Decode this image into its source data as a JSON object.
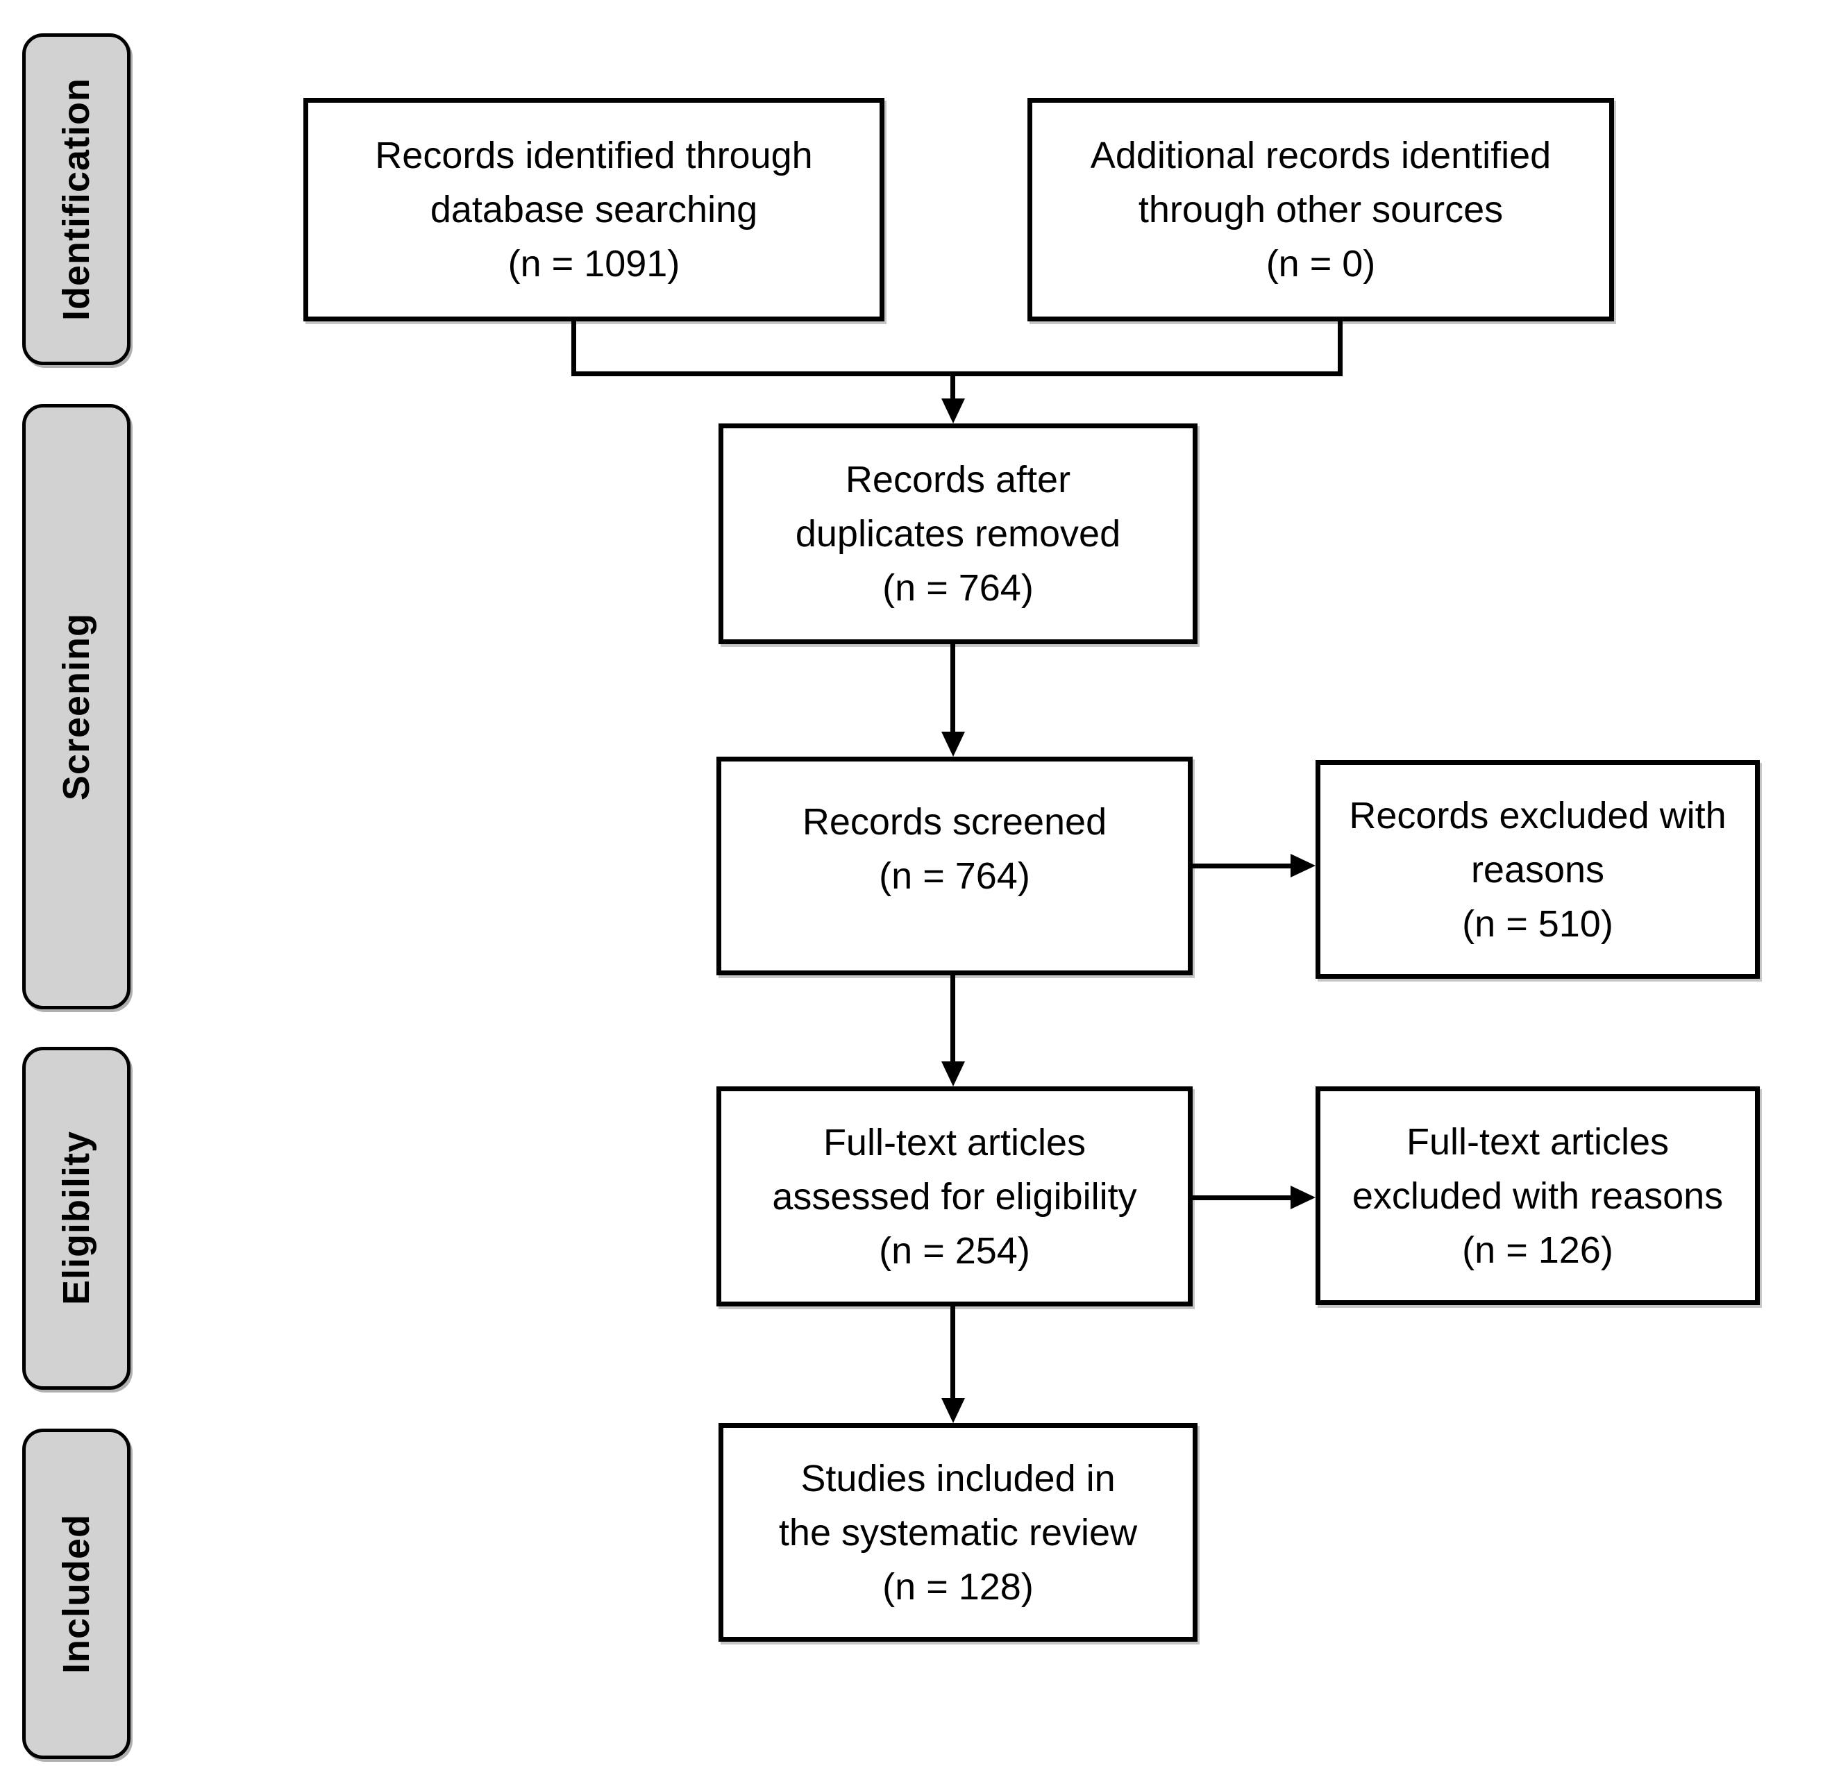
{
  "diagram_type": "PRISMA flow diagram",
  "stages": {
    "identification": "Identification",
    "screening": "Screening",
    "eligibility": "Eligibility",
    "included": "Included"
  },
  "boxes": {
    "records_identified": "Records identified through\ndatabase searching\n(n = 1091)",
    "additional_records": "Additional records identified\nthrough other sources\n(n = 0)",
    "after_duplicates": "Records after\nduplicates removed\n(n = 764)",
    "records_screened": "Records screened\n(n = 764)",
    "records_excluded": "Records excluded with\nreasons\n(n = 510)",
    "fulltext_assessed": "Full-text articles\nassessed for eligibility\n(n = 254)",
    "fulltext_excluded": "Full-text articles\nexcluded with reasons\n(n = 126)",
    "studies_included": "Studies included in\nthe systematic review\n(n = 128)"
  },
  "counts": {
    "records_identified": 1091,
    "additional_records": 0,
    "after_duplicates": 764,
    "records_screened": 764,
    "records_excluded": 510,
    "fulltext_assessed": 254,
    "fulltext_excluded": 126,
    "studies_included": 128
  },
  "colors": {
    "background": "#ffffff",
    "stage_fill": "#d2d2d2",
    "box_border": "#000000",
    "text": "#000000"
  }
}
